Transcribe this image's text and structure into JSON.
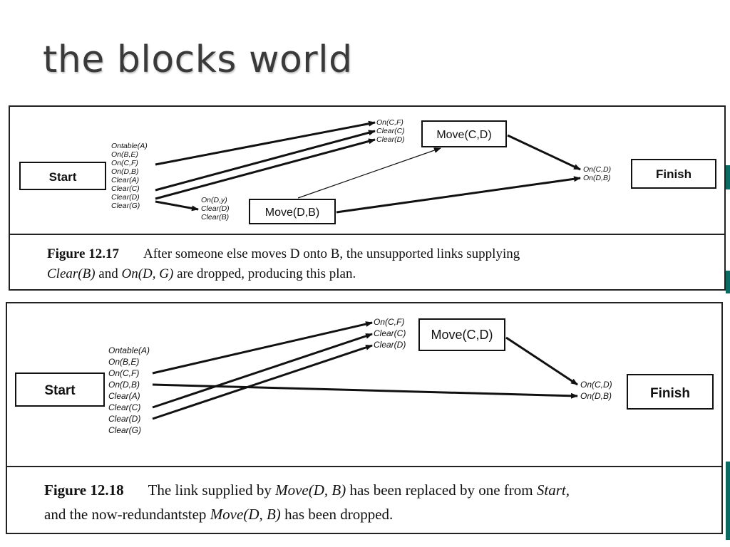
{
  "title": "the blocks world",
  "colors": {
    "accent_bar": "#0b6b62"
  },
  "fig1": {
    "start": "Start",
    "finish": "Finish",
    "move_cd": "Move(C,D)",
    "move_db": "Move(D,B)",
    "start_effects": [
      "Ontable(A)",
      "On(B,E)",
      "On(C,F)",
      "On(D,B)",
      "Clear(A)",
      "Clear(C)",
      "Clear(D)",
      "Clear(G)"
    ],
    "move_cd_preconds": [
      "On(C,F)",
      "Clear(C)",
      "Clear(D)"
    ],
    "move_db_preconds": [
      "On(D,y)",
      "Clear(D)",
      "Clear(B)"
    ],
    "finish_preconds": [
      "On(C,D)",
      "On(D,B)"
    ],
    "caption": {
      "label": "Figure 12.17",
      "line1": "After someone else moves D onto B, the unsupported links supplying",
      "clear_b": "Clear(B)",
      "and": "and",
      "on_dg": "On(D, G)",
      "line2_rest": "are dropped, producing this plan."
    }
  },
  "fig2": {
    "start": "Start",
    "finish": "Finish",
    "move_cd": "Move(C,D)",
    "start_effects": [
      "Ontable(A)",
      "On(B,E)",
      "On(C,F)",
      "On(D,B)",
      "Clear(A)",
      "Clear(C)",
      "Clear(D)",
      "Clear(G)"
    ],
    "move_cd_preconds": [
      "On(C,F)",
      "Clear(C)",
      "Clear(D)"
    ],
    "finish_preconds": [
      "On(C,D)",
      "On(D,B)"
    ],
    "caption": {
      "label": "Figure 12.18",
      "line1_a": "The link supplied by",
      "move_db": "Move(D, B)",
      "line1_b": "has been replaced by one from",
      "start_word": "Start,",
      "line2_a": "and the now-redundantstep",
      "move_db2": "Move(D, B)",
      "line2_b": "has been dropped."
    }
  }
}
